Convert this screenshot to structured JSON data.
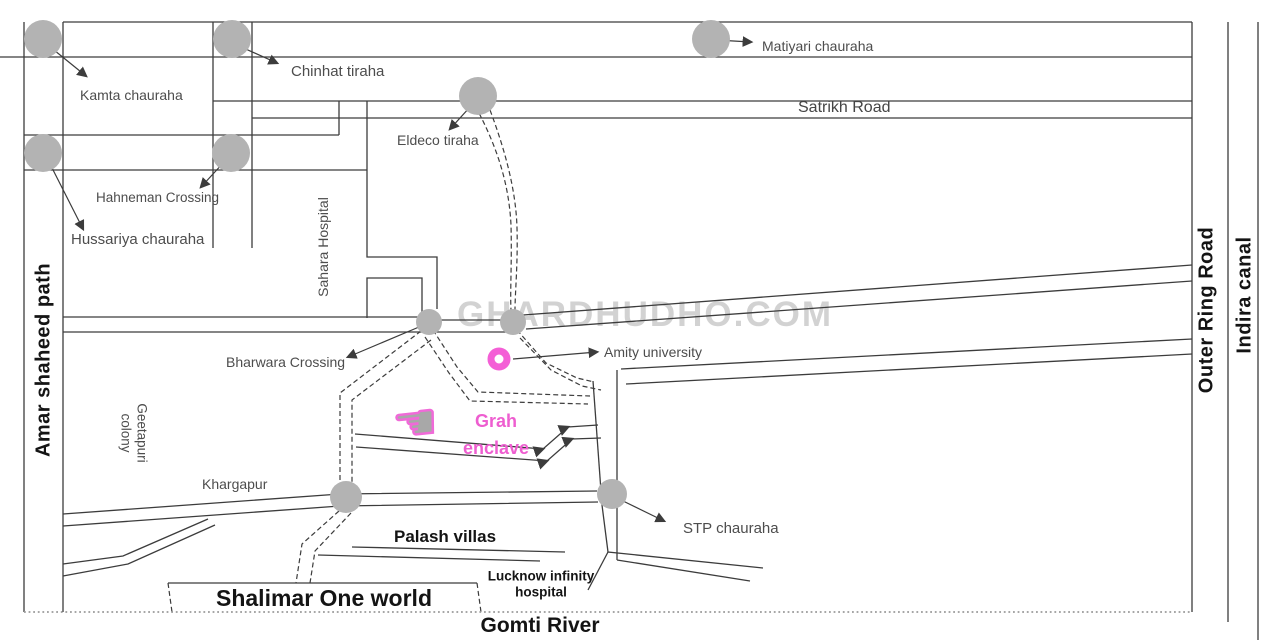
{
  "map": {
    "watermark": "GHARDHUDHO.COM",
    "junctions": {
      "kamta": "Kamta chauraha",
      "chinhat": "Chinhat tiraha",
      "matiyari": "Matiyari chauraha",
      "eldeco": "Eldeco tiraha",
      "hahneman": "Hahneman Crossing",
      "hussariya": "Hussariya chauraha",
      "bharwara": "Bharwara Crossing",
      "stp": "STP chauraha"
    },
    "roads": {
      "satrikh": "Satrikh Road",
      "amar_shaheed": "Amar shaheed path",
      "outer_ring": "Outer Ring Road",
      "indira_canal": "Indira canal",
      "gomti_river": "Gomti River"
    },
    "places": {
      "sahara_hospital": "Sahara Hospital",
      "amity": "Amity university",
      "geetapuri_line1": "Geetapuri",
      "geetapuri_line2": "colony",
      "khargapur": "Khargapur",
      "palash_villas": "Palash villas",
      "shalimar": "Shalimar One world",
      "lucknow_line1": "Lucknow infinity",
      "lucknow_line2": "hospital"
    },
    "highlight": {
      "name_line1": "Grah",
      "name_line2": "enclave",
      "pointer_glyph": "☚",
      "color": "#ee5ed0"
    },
    "colors": {
      "junction_marker": "#b3b3b3",
      "road_line": "#3c3c3c",
      "label_text": "#4d4d4d",
      "highlight_pink": "#ee5ed0",
      "watermark_gray": "#cbcbcb"
    }
  }
}
